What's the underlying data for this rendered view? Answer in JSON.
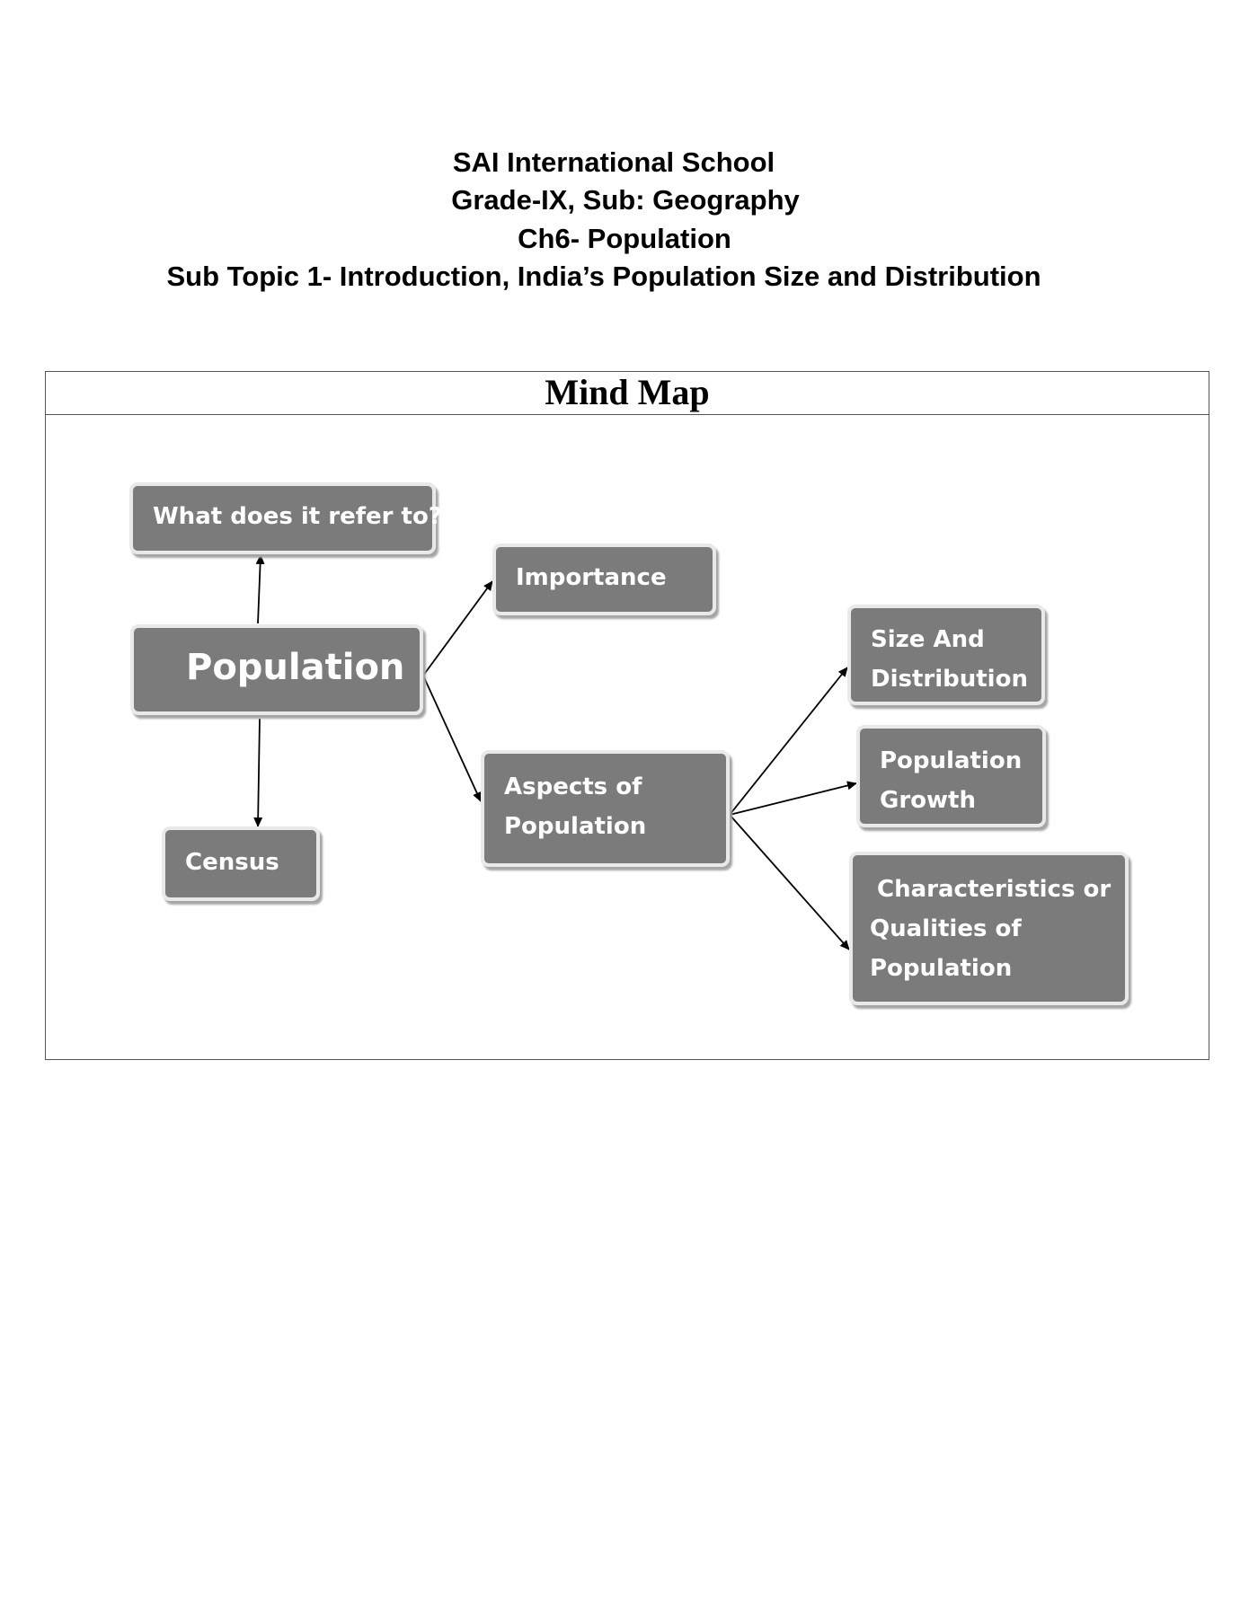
{
  "header": {
    "school": "SAI International School",
    "grade_subject": "Grade-IX, Sub: Geography",
    "chapter": "Ch6- Population",
    "sub_topic": "Sub Topic 1- Introduction, India’s Population Size and Distribution"
  },
  "mind_map": {
    "title": "Mind Map",
    "nodes": {
      "population": "Population",
      "what_refer": "What does it refer to?",
      "census": "Census",
      "importance": "Importance",
      "aspects": [
        "Aspects of",
        "Population"
      ],
      "size_distribution": [
        "Size And",
        "Distribution"
      ],
      "growth": [
        "Population",
        "Growth"
      ],
      "characteristics": [
        "Characteristics or",
        "Qualities of",
        "Population"
      ]
    }
  }
}
